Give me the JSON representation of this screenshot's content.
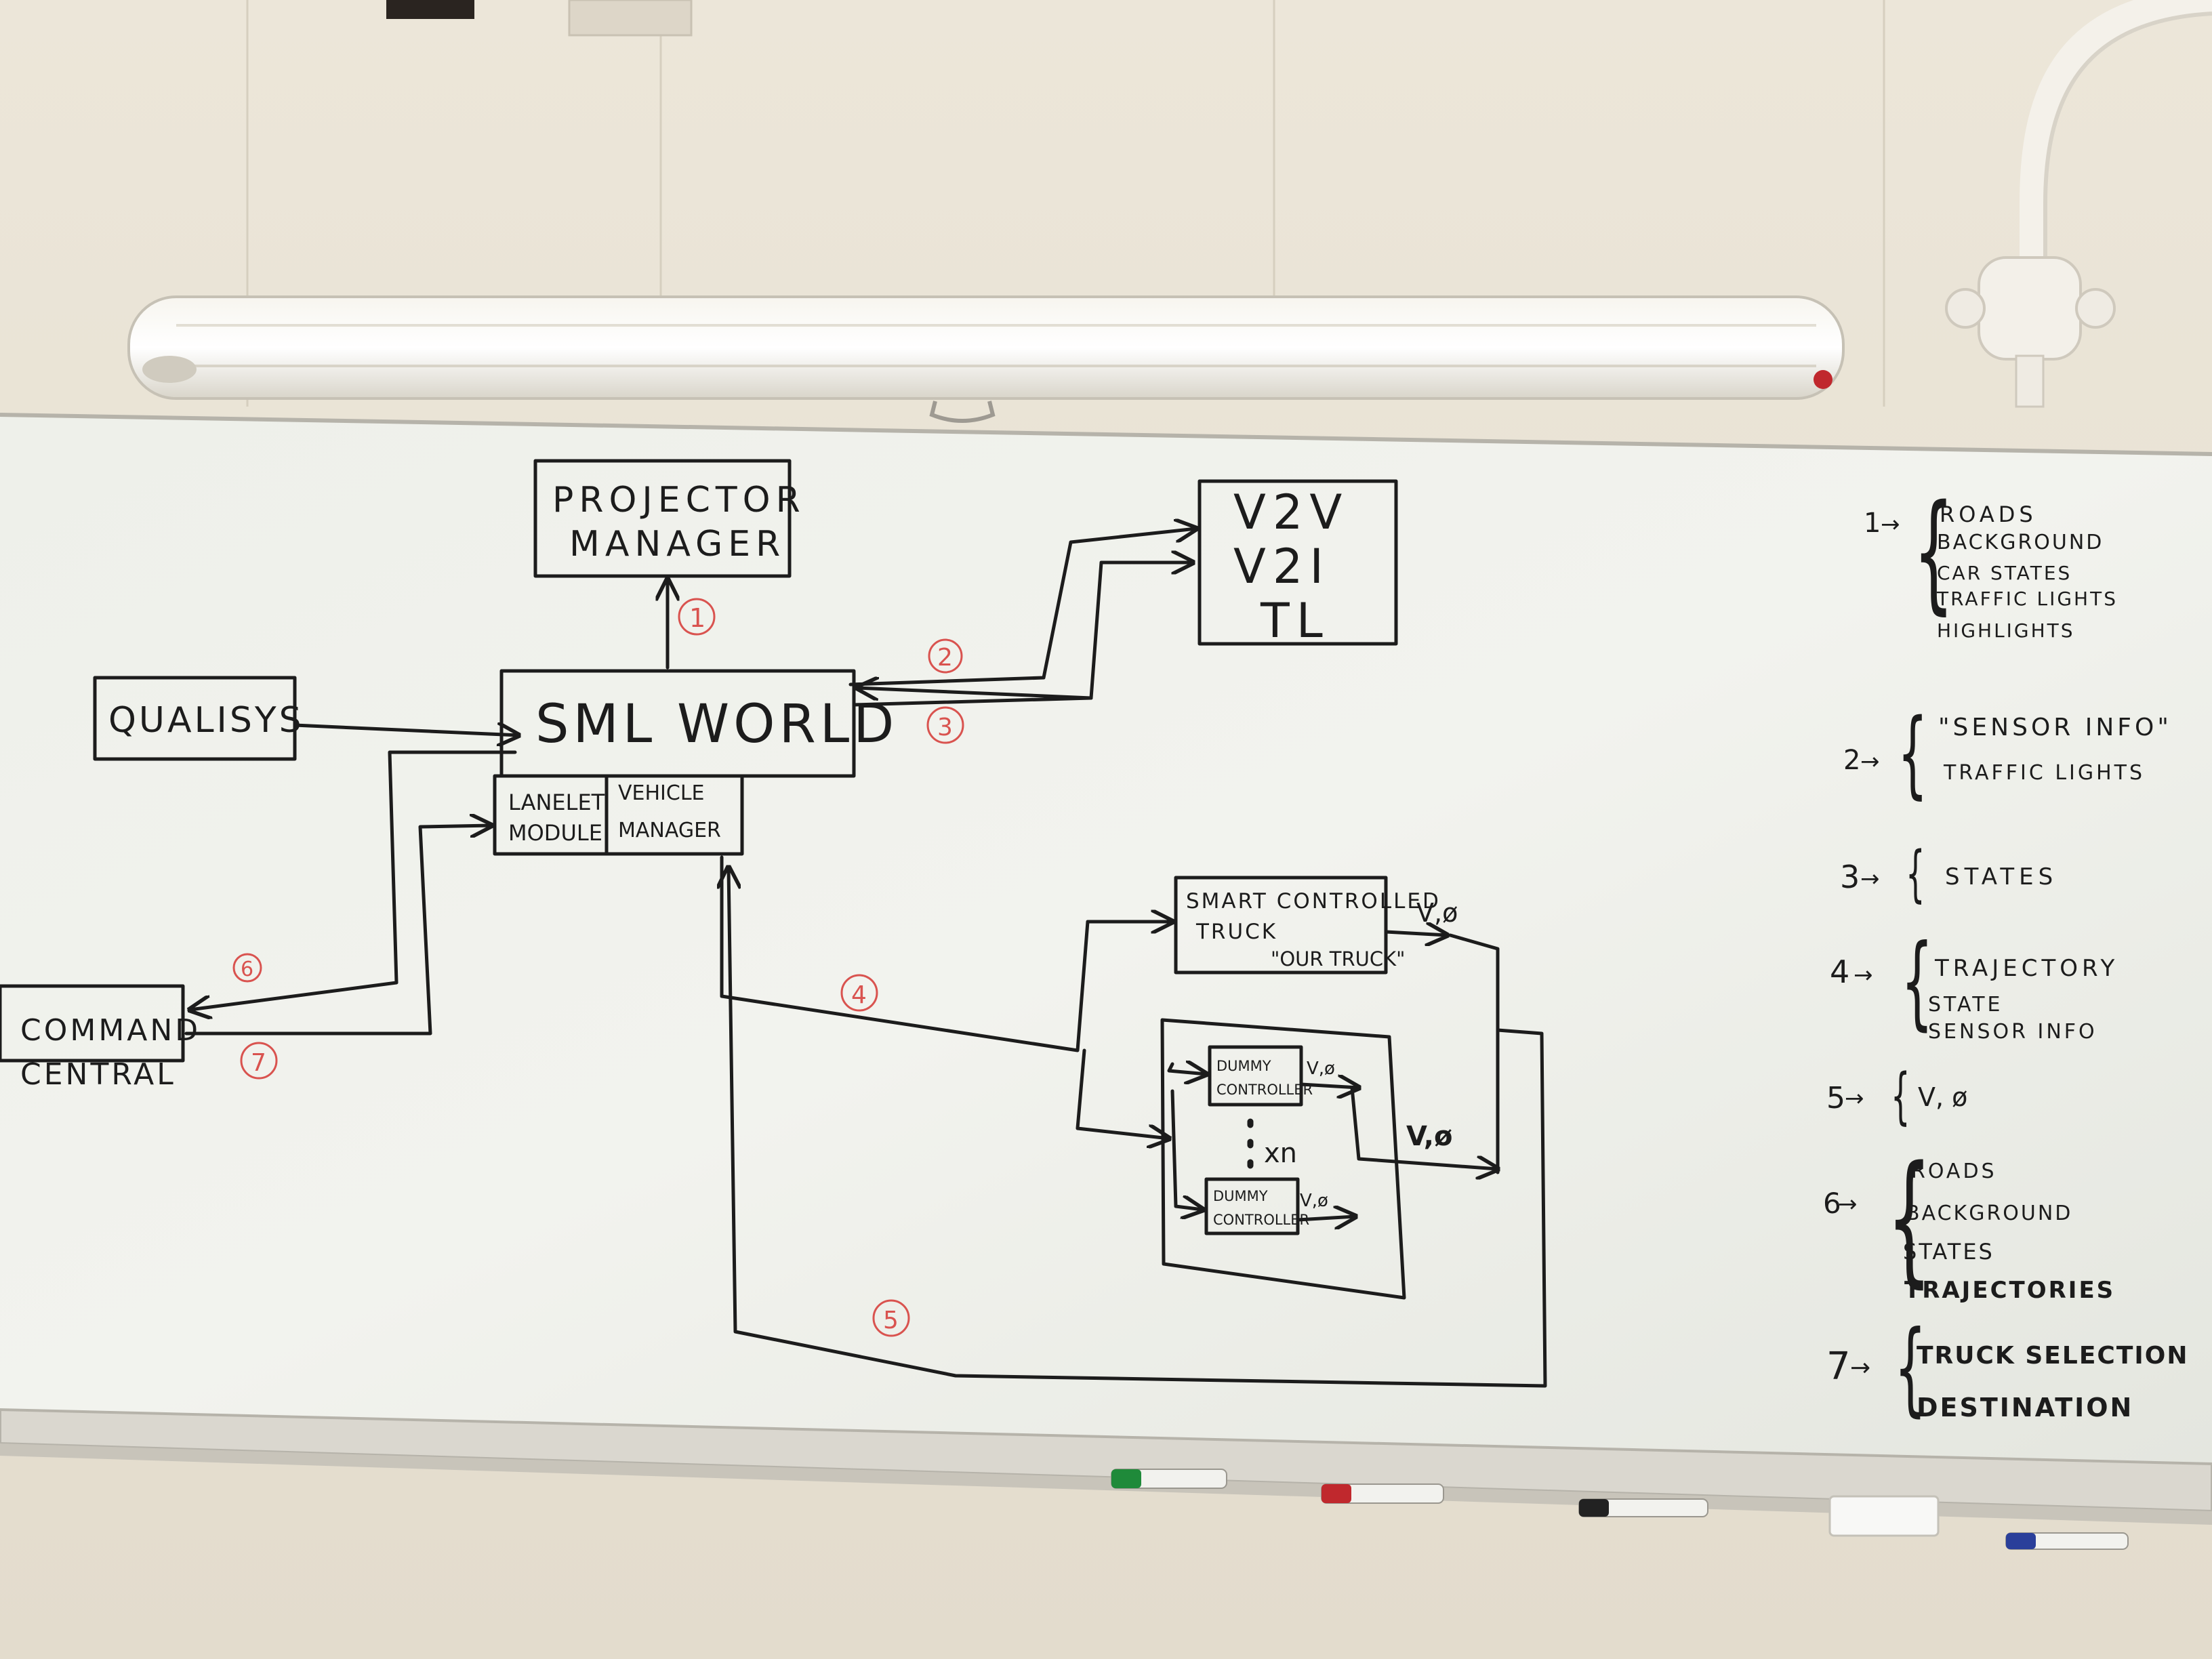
{
  "diagram": {
    "boxes": {
      "projector_manager": [
        "PROJECTOR",
        "MANAGER"
      ],
      "v2v": [
        "V2V",
        "V2I",
        "TL"
      ],
      "qualisys": "QUALISYS",
      "sml_world": "SML WORLD",
      "lanelet_module": [
        "LANELET",
        "MODULE"
      ],
      "vehicle_manager": [
        "VEHICLE",
        "MANAGER"
      ],
      "command_central": [
        "COMMAND",
        "CENTRAL"
      ],
      "smart_truck": [
        "SMART CONTROLLED",
        "TRUCK",
        "\"OUR TRUCK\""
      ],
      "dummy_controller_1": [
        "DUMMY",
        "CONTROLLER"
      ],
      "dummy_controller_2": [
        "DUMMY",
        "CONTROLLER"
      ],
      "xn": "xn"
    },
    "arrow_labels": {
      "smart_truck_out": "V,ø",
      "dummy1_out": "V,ø",
      "dummy2_out": "V,ø",
      "group_out": "V,ø"
    },
    "connection_numbers": [
      "1",
      "2",
      "3",
      "4",
      "5",
      "6",
      "7"
    ]
  },
  "legend": [
    {
      "number": "1",
      "items": [
        "ROADS",
        "BACKGROUND",
        "CAR STATES",
        "TRAFFIC LIGHTS",
        "HIGHLIGHTS"
      ]
    },
    {
      "number": "2",
      "items": [
        "\"SENSOR INFO\"",
        "TRAFFIC LIGHTS"
      ]
    },
    {
      "number": "3",
      "items": [
        "STATES"
      ]
    },
    {
      "number": "4",
      "items": [
        "TRAJECTORY",
        "STATE",
        "SENSOR INFO"
      ]
    },
    {
      "number": "5",
      "items": [
        "V, ø"
      ]
    },
    {
      "number": "6",
      "items": [
        "ROADS",
        "BACKGROUND",
        "STATES",
        "TRAJECTORIES"
      ]
    },
    {
      "number": "7",
      "items": [
        "TRUCK SELECTION",
        "DESTINATION"
      ]
    }
  ],
  "markers": [
    {
      "color_name": "green",
      "color": "#1f8a3a"
    },
    {
      "color_name": "red",
      "color": "#c0282d"
    },
    {
      "color_name": "black",
      "color": "#222222"
    },
    {
      "color_name": "blue",
      "color": "#2a3f9a"
    }
  ],
  "colors": {
    "wall": "#e9e3d6",
    "board": "#eef1ea",
    "ink": "#1c1c1c",
    "red_ink": "#d9534f"
  }
}
